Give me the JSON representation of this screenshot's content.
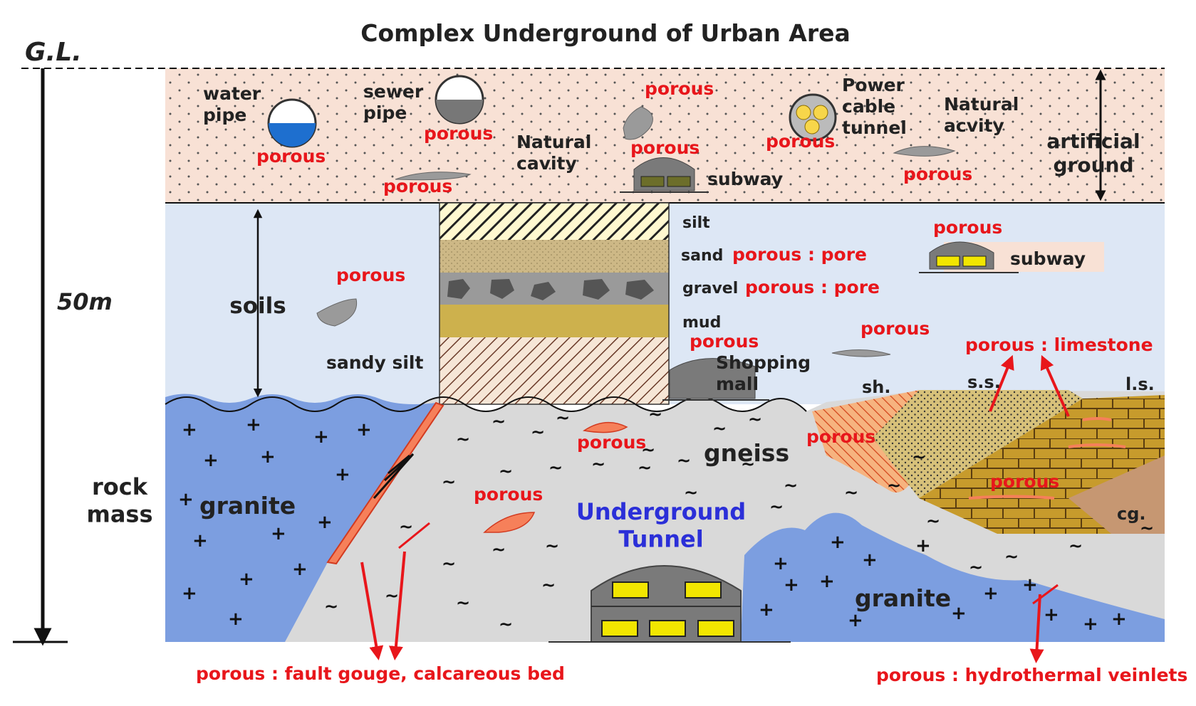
{
  "title": "Complex Underground of Urban Area",
  "depth": {
    "gl": "G.L.",
    "depth": "50m"
  },
  "layers": {
    "artificial_ground": "artificial\nground",
    "soils": "soils",
    "rock_mass": "rock\nmass"
  },
  "features": {
    "water_pipe": "water\npipe",
    "sewer_pipe": "sewer\npipe",
    "natural_cavity": "Natural\ncavity",
    "power_cable_tunnel": "Power\ncable\ntunnel",
    "natural_acvity": "Natural\nacvity",
    "subway_top": "subway",
    "subway_mid": "subway",
    "shopping_mall": "Shopping\nmall",
    "underground_tunnel": "Underground\nTunnel"
  },
  "strata": {
    "silt": "silt",
    "sand": "sand",
    "gravel": "gravel",
    "mud": "mud",
    "sandy_silt": "sandy silt",
    "sand_pore": "porous : pore",
    "gravel_pore": "porous : pore"
  },
  "rocks": {
    "granite_left": "granite",
    "granite_right": "granite",
    "gneiss": "gneiss",
    "sh": "sh.",
    "ss": "s.s.",
    "ls": "l.s.",
    "cg": "cg."
  },
  "porous": {
    "label": "porous",
    "limestone": "porous : limestone",
    "fault_gouge": "porous : fault gouge,  calcareous  bed",
    "hydrothermal": "porous : hydrothermal veinlets"
  },
  "colors": {
    "artificial_ground": "#f8e1d5",
    "soils": "#dde7f5",
    "gneiss": "#d9d9d9",
    "granite": "#7c9ee0",
    "porous_text": "#e8161b",
    "tunnel_text": "#2b2fd8",
    "train_car": "#f2e600"
  }
}
